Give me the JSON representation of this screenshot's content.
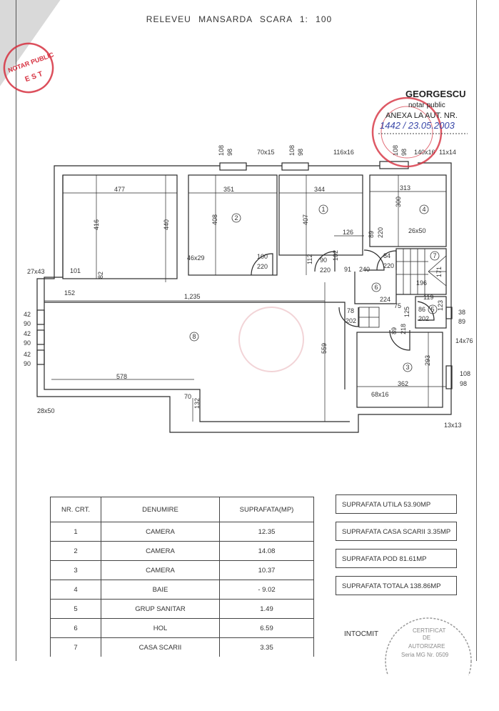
{
  "title": "RELEVEU  MANSARDA  SCARA  1: 100",
  "plan": {
    "labels": [
      "108",
      "98",
      "108",
      "98",
      "108",
      "98",
      "70x15",
      "116x16",
      "140x16",
      "11x14",
      "477",
      "351",
      "344",
      "313",
      "416",
      "440",
      "408",
      "407",
      "300",
      "126",
      "46x29",
      "100",
      "220",
      "27x43",
      "101",
      "82",
      "152",
      "1,235",
      "89",
      "220",
      "26x50",
      "84",
      "220",
      "7",
      "171",
      "196",
      "112",
      "90",
      "220",
      "102",
      "91",
      "240",
      "6",
      "224",
      "119",
      "75",
      "5",
      "125",
      "86",
      "202",
      "123",
      "78",
      "202",
      "38",
      "89",
      "89",
      "218",
      "14x76",
      "3",
      "293",
      "108",
      "98",
      "362",
      "68x16",
      "13x13",
      "559",
      "8",
      "42",
      "90",
      "42",
      "90",
      "42",
      "90",
      "578",
      "70",
      "132",
      "28x50",
      "2",
      "1",
      "4"
    ]
  },
  "table": {
    "headers": [
      "NR. CRT.",
      "DENUMIRE",
      "SUPRAFATA(MP)"
    ],
    "rows": [
      [
        "1",
        "CAMERA",
        "12.35"
      ],
      [
        "2",
        "CAMERA",
        "14.08"
      ],
      [
        "3",
        "CAMERA",
        "10.37"
      ],
      [
        "4",
        "BAIE",
        "- 9.02"
      ],
      [
        "5",
        "GRUP SANITAR",
        "1.49"
      ],
      [
        "6",
        "HOL",
        "6.59"
      ],
      [
        "7",
        "CASA SCARII",
        "3.35"
      ]
    ]
  },
  "summary": [
    "SUPRAFATA UTILA 53.90MP",
    "SUPRAFATA CASA SCARII 3.35MP",
    "SUPRAFATA POD 81.61MP",
    "SUPRAFATA TOTALA  138.86MP"
  ],
  "intocmit": "INTOCMIT",
  "stamps": {
    "notary_name": "GEORGESCU",
    "notary_role": "notar public",
    "annex": "ANEXA LA AUT. NR.",
    "handwritten": "1442 / 23.05.2003",
    "left_stamp": "NOTAR PUBLIC",
    "left_stamp_city": "EST",
    "cert_line1": "CERTIFICAT",
    "cert_line2": "DE",
    "cert_line3": "AUTORIZARE",
    "cert_line4": "Seria MG Nr. 0509"
  },
  "colors": {
    "stamp_red": "#d6303f",
    "ink": "#2a2a2a",
    "cert_gray": "#9a9a9a",
    "handwriting": "#3a48a8"
  }
}
